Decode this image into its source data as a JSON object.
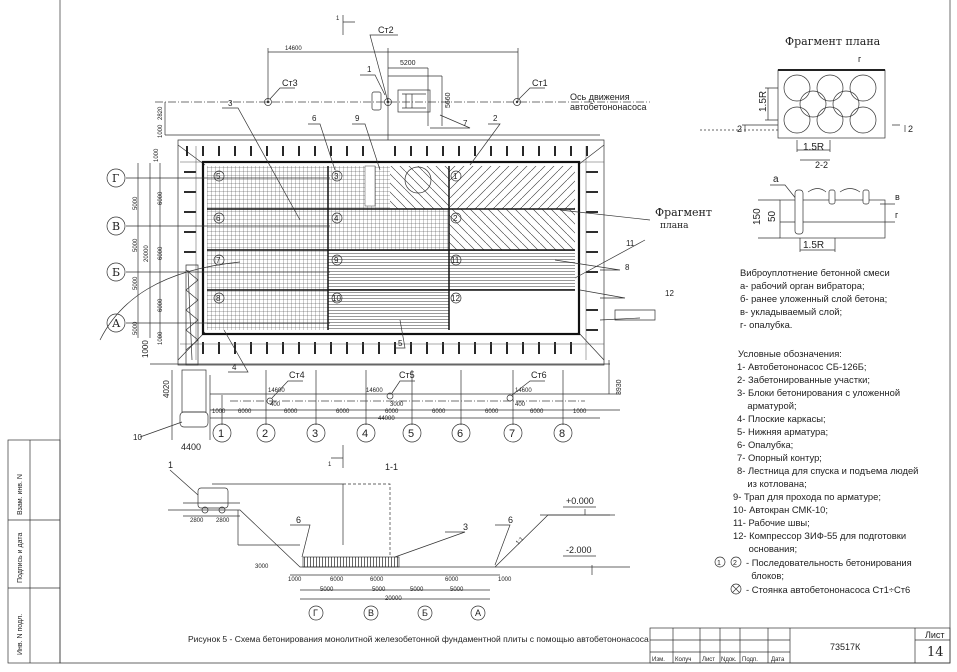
{
  "caption": "Рисунок 5 - Схема бетонирования монолитной железобетонной фундаментной плиты с помощью автобетононасоса",
  "section_cut": {
    "mark": "1",
    "title": "1-1"
  },
  "plan": {
    "stations": [
      "Ст1",
      "Ст2",
      "Ст3",
      "Ст4",
      "Ст5",
      "Ст6"
    ],
    "axis_note": [
      "Ось движения",
      "автобетононасоса"
    ],
    "row_axes": [
      "Г",
      "В",
      "Б",
      "А"
    ],
    "col_axes": [
      "1",
      "2",
      "3",
      "4",
      "5",
      "6",
      "7",
      "8"
    ],
    "blocks": [
      "5",
      "3",
      "1",
      "6",
      "4",
      "2",
      "7",
      "9",
      "11",
      "8",
      "10",
      "12"
    ],
    "callouts": [
      "1",
      "2",
      "3",
      "4",
      "5",
      "6",
      "7",
      "8",
      "9",
      "10",
      "11",
      "12"
    ],
    "dims_top": [
      "14600",
      "5200",
      "5660",
      "2820",
      "1000"
    ],
    "dims_left": [
      "1000",
      "5000",
      "5000",
      "5000",
      "5000",
      "20000",
      "6000",
      "6000",
      "6000",
      "1000",
      "1000"
    ],
    "dims_bottom": [
      "14600",
      "14600",
      "14600",
      "400",
      "3000",
      "400",
      "1000",
      "6000",
      "6000",
      "6000",
      "6000",
      "6000",
      "6000",
      "6000",
      "1000",
      "44000",
      "4020",
      "4400",
      "3930"
    ]
  },
  "section": {
    "levels": [
      "+0.000",
      "-2.000"
    ],
    "slope": "1:1",
    "callouts": [
      "1",
      "6",
      "3",
      "6"
    ],
    "dims": [
      "2800",
      "2800",
      "3000",
      "1000",
      "6000",
      "6000",
      "6000",
      "1000",
      "5000",
      "5000",
      "5000",
      "5000",
      "20000"
    ],
    "axes": [
      "Г",
      "В",
      "Б",
      "А"
    ]
  },
  "fragment": {
    "title": "Фрагмент плана",
    "title_dup": "Фрагмент",
    "title_dup2": "плана",
    "labels": [
      "г",
      "1.5R",
      "1.5R",
      "2",
      "2",
      "2-2",
      "а",
      "в",
      "г",
      "150",
      "50",
      "1.5R"
    ]
  },
  "vibration": {
    "heading": "Виброуплотнение бетонной смеси",
    "items": [
      "а- рабочий орган вибратора;",
      "б- ранее уложенный слой бетона;",
      "в- укладываемый слой;",
      "г- опалубка."
    ]
  },
  "legend": {
    "heading": "Условные обозначения:",
    "items": [
      "1- Автобетононасос СБ-126Б;",
      "2- Забетонированные участки;",
      "3- Блоки бетонирования с уложенной",
      "    арматурой;",
      "4- Плоские каркасы;",
      "5- Нижняя арматура;",
      "6- Опалубка;",
      "7- Опорный контур;",
      "8- Лестница для спуска и подъема людей",
      "    из котлована;",
      "9- Трап для прохода по арматуре;",
      "10- Автокран СМК-10;",
      "11- Рабочие швы;",
      "12- Компрессор ЗИФ-55 для подготовки",
      "      основания;",
      "- Последовательность бетонирования",
      "  блоков;",
      "- Стоянка автобетононасоса Ст1÷Ст6"
    ],
    "seq_symbols": [
      "1",
      "2"
    ]
  },
  "title_block": {
    "code": "73517К",
    "sheet_label": "Лист",
    "sheet_number": "14",
    "columns": [
      "Изм.",
      "Колуч",
      "Лист",
      "Nдок.",
      "Подп.",
      "Дата"
    ]
  },
  "side_stamp": [
    "Взам. инв. N",
    "Подпись и дата",
    "Инв. N подл."
  ]
}
